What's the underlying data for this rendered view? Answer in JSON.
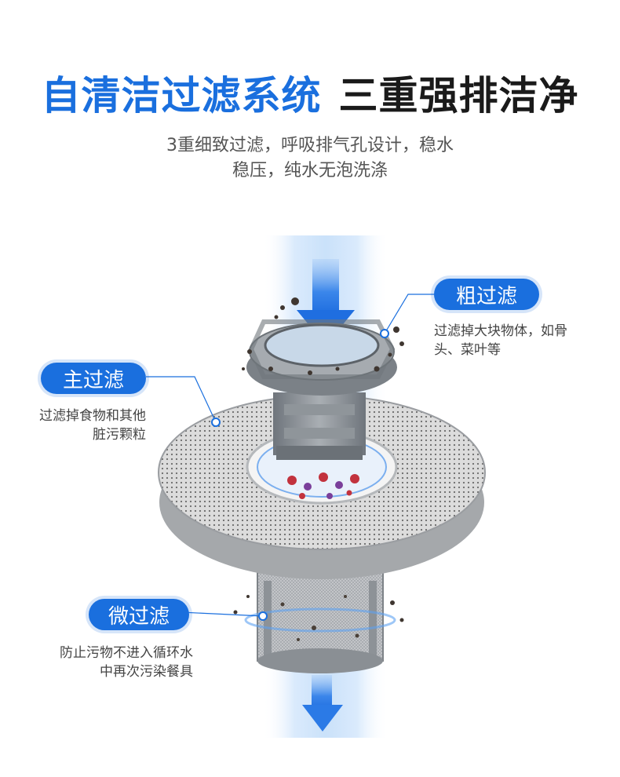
{
  "header": {
    "title_blue": "自清洁过滤系统",
    "title_black": "三重强排洁净",
    "subtitle_line1": "3重细致过滤，呼吸排气孔设计，稳水",
    "subtitle_line2": "稳压，纯水无泡洗涤"
  },
  "labels": {
    "coarse": {
      "name": "粗过滤",
      "desc_line1": "过滤掉大块物体，如骨",
      "desc_line2": "头、菜叶等"
    },
    "main": {
      "name": "主过滤",
      "desc_line1": "过滤掉食物和其他",
      "desc_line2": "脏污颗粒"
    },
    "micro": {
      "name": "微过滤",
      "desc_line1": "防止污物不进入循环水",
      "desc_line2": "中再次污染餐具"
    }
  },
  "colors": {
    "accent": "#1a6fde",
    "water_glow": "#cfe3fb",
    "filter_gray": "#8a9097",
    "mesh_gray": "#d4d6d8"
  },
  "icons": {
    "flow_arrow_down": "arrow-down-icon"
  }
}
